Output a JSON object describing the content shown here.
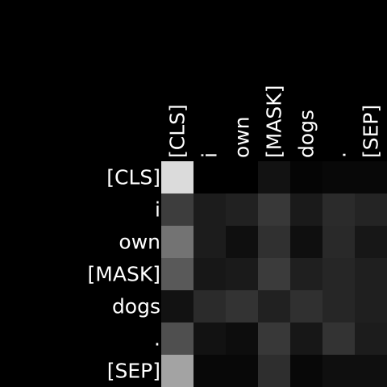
{
  "chart_data": {
    "type": "heatmap",
    "title": "",
    "xlabel": "",
    "ylabel": "",
    "x_labels": [
      "[CLS]",
      "i",
      "own",
      "[MASK]",
      "dogs",
      ".",
      "[SEP]"
    ],
    "y_labels": [
      "[CLS]",
      "i",
      "own",
      "[MASK]",
      "dogs",
      ".",
      "[SEP]"
    ],
    "value_range": [
      0,
      1
    ],
    "colormap": "grayscale (black = 0, white = 1)",
    "background": "#000000",
    "text_color": "#ffffff",
    "values": [
      [
        0.86,
        0.0,
        0.0,
        0.07,
        0.02,
        0.03,
        0.03
      ],
      [
        0.24,
        0.11,
        0.13,
        0.22,
        0.1,
        0.17,
        0.14
      ],
      [
        0.45,
        0.11,
        0.06,
        0.19,
        0.06,
        0.16,
        0.09
      ],
      [
        0.35,
        0.09,
        0.1,
        0.23,
        0.12,
        0.15,
        0.12
      ],
      [
        0.07,
        0.17,
        0.2,
        0.13,
        0.19,
        0.15,
        0.12
      ],
      [
        0.31,
        0.07,
        0.05,
        0.22,
        0.09,
        0.2,
        0.11
      ],
      [
        0.64,
        0.03,
        0.03,
        0.18,
        0.03,
        0.06,
        0.06
      ]
    ]
  }
}
